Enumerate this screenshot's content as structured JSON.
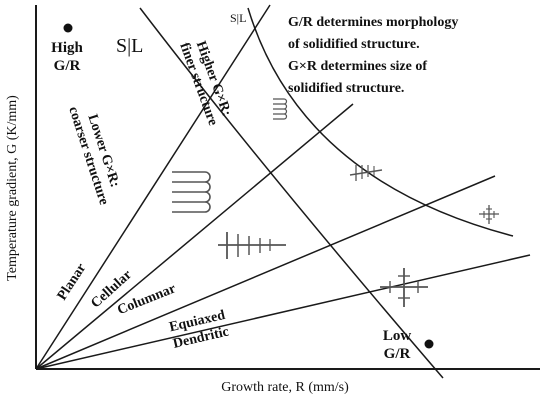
{
  "axes": {
    "ylabel": "Temperature gradient, G (K/mm)",
    "xlabel": "Growth rate, R (mm/s)"
  },
  "labels": {
    "high_gr_line1": "High",
    "high_gr_line2": "G/R",
    "low_gr_line1": "Low",
    "low_gr_line2": "G/R",
    "sl_large": "S|L",
    "sl_small": "S|L",
    "higher_line1": "Higher G×R:",
    "higher_line2": "finer structure",
    "lower_line1": "Lower G×R:",
    "lower_line2": "coarser structure",
    "planar": "Planar",
    "cellular": "Cellular",
    "columnar": "Columnar",
    "equiaxed_line1": "Equiaxed",
    "equiaxed_line2": "Dendritic"
  },
  "notes": {
    "line1": "G/R determines morphology",
    "line2": "of solidified structure.",
    "line3": "G×R determines size of",
    "line4": "solidified structure."
  },
  "icons": {
    "cell_large": "cellular-structure-icon",
    "cell_small": "cellular-structure-icon",
    "columnar_large": "columnar-dendrite-icon",
    "columnar_small": "columnar-dendrite-icon",
    "equiaxed_large": "equiaxed-dendrite-icon",
    "equiaxed_small": "equiaxed-dendrite-icon"
  },
  "colors": {
    "ink": "#1a1a1a",
    "marker": "#555555"
  }
}
